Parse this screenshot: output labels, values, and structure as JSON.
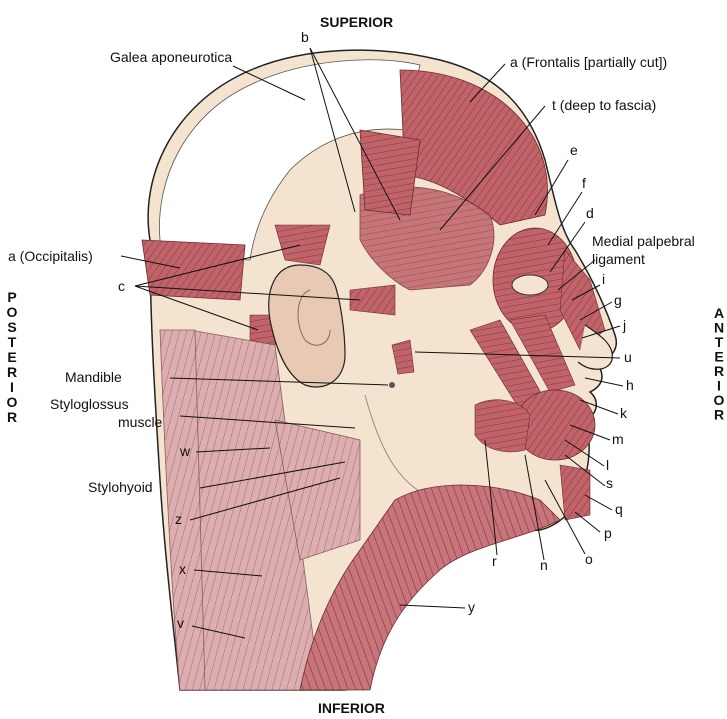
{
  "orientation": {
    "superior": "SUPERIOR",
    "inferior": "INFERIOR",
    "posterior": [
      "P",
      "O",
      "S",
      "T",
      "E",
      "R",
      "I",
      "O",
      "R"
    ],
    "anterior": [
      "A",
      "N",
      "T",
      "E",
      "R",
      "I",
      "O",
      "R"
    ]
  },
  "labels": {
    "galea": "Galea aponeurotica",
    "b": "b",
    "a_frontalis": "a (Frontalis [partially cut])",
    "t": "t (deep to fascia)",
    "e": "e",
    "f": "f",
    "d": "d",
    "medial_palpebral_1": "Medial palpebral",
    "medial_palpebral_2": "ligament",
    "i": "i",
    "g": "g",
    "j": "j",
    "u": "u",
    "h": "h",
    "k": "k",
    "m": "m",
    "l": "l",
    "s": "s",
    "q": "q",
    "p": "p",
    "o": "o",
    "n": "n",
    "r": "r",
    "y": "y",
    "a_occipitalis": "a (Occipitalis)",
    "c": "c",
    "mandible": "Mandible",
    "styloglossus_1": "Styloglossus",
    "styloglossus_2": "muscle",
    "w": "w",
    "stylohyoid": "Stylohyoid",
    "z": "z",
    "x": "x",
    "v": "v"
  },
  "colors": {
    "muscle": "#c0646a",
    "muscle_dark": "#8e3a42",
    "bone": "#f3e3cf",
    "skin": "#efd4be",
    "neck_muscle": "#d8a6a6",
    "aponeurosis": "#ffffff",
    "outline": "#222222"
  }
}
